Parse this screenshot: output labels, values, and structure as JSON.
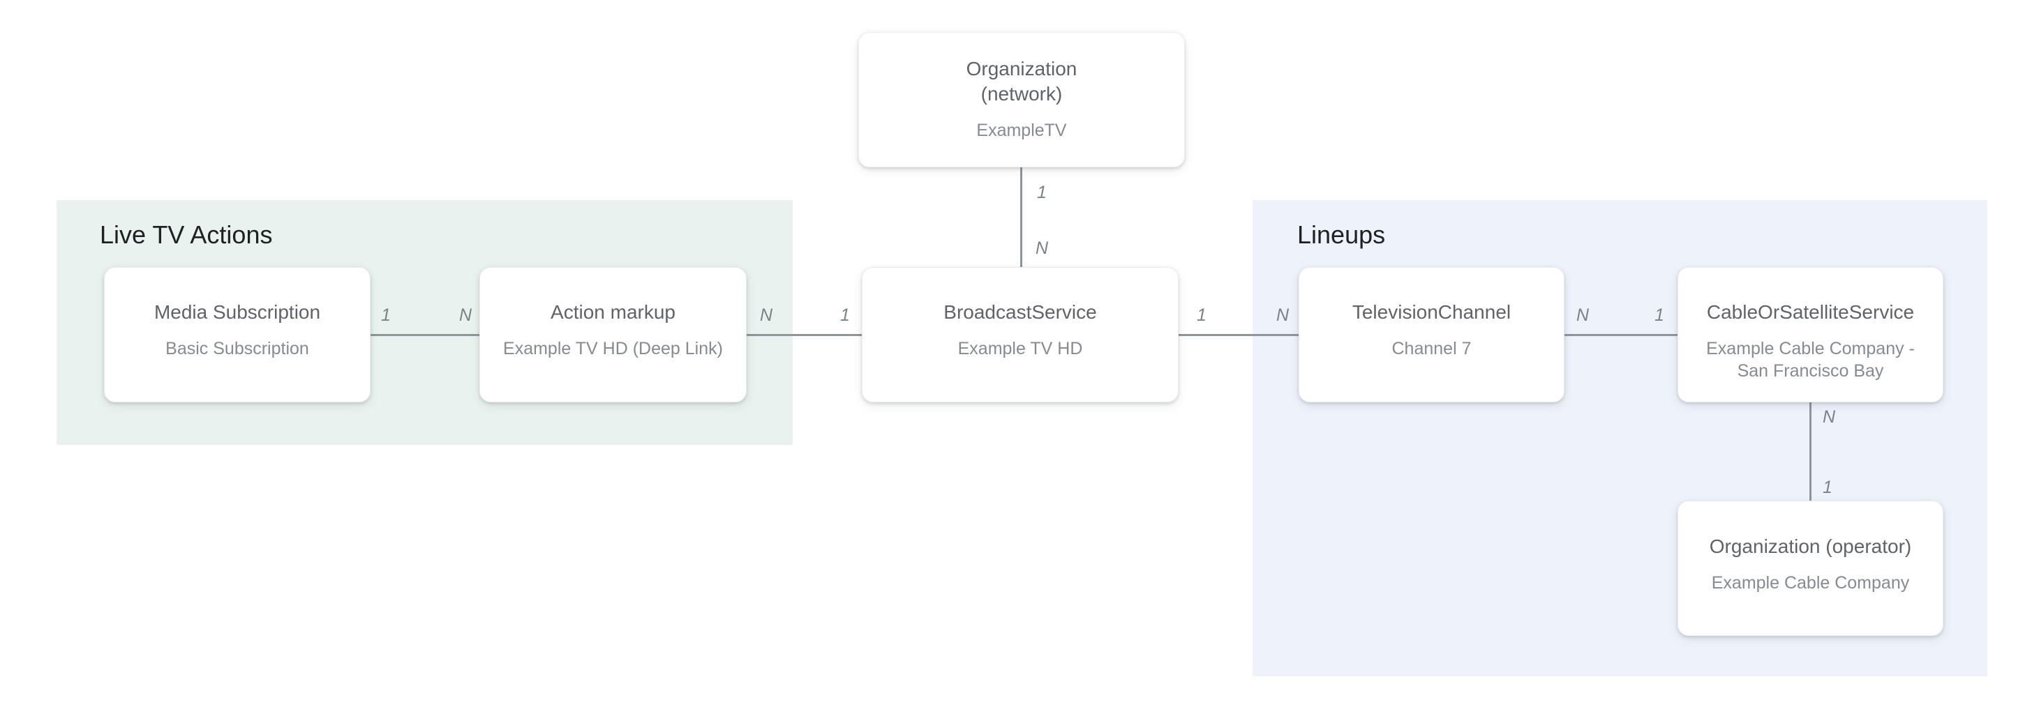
{
  "diagram": {
    "title_context": "Live TV entity relationship diagram",
    "regions": [
      {
        "id": "live-tv-actions",
        "label": "Live TV Actions",
        "color": "#e9f2ee"
      },
      {
        "id": "lineups",
        "label": "Lineups",
        "color": "#edf2fb"
      }
    ],
    "nodes": [
      {
        "id": "organization-network",
        "title": "Organization\n(network)",
        "subtitle": "ExampleTV"
      },
      {
        "id": "media-subscription",
        "title": "Media Subscription",
        "subtitle": "Basic Subscription"
      },
      {
        "id": "action-markup",
        "title": "Action markup",
        "subtitle": "Example TV HD (Deep Link)"
      },
      {
        "id": "broadcast-service",
        "title": "BroadcastService",
        "subtitle": "Example TV HD"
      },
      {
        "id": "television-channel",
        "title": "TelevisionChannel",
        "subtitle": "Channel 7"
      },
      {
        "id": "cable-or-satellite-service",
        "title": "CableOrSatelliteService",
        "subtitle": "Example Cable Company - San Francisco Bay"
      },
      {
        "id": "organization-operator",
        "title": "Organization (operator)",
        "subtitle": "Example Cable Company"
      }
    ],
    "edges": [
      {
        "from": "organization-network",
        "to": "broadcast-service",
        "orientation": "vertical",
        "source_label": "1",
        "target_label": "N"
      },
      {
        "from": "media-subscription",
        "to": "action-markup",
        "orientation": "horizontal",
        "source_label": "1",
        "target_label": "N"
      },
      {
        "from": "action-markup",
        "to": "broadcast-service",
        "orientation": "horizontal",
        "source_label": "N",
        "target_label": "1"
      },
      {
        "from": "broadcast-service",
        "to": "television-channel",
        "orientation": "horizontal",
        "source_label": "1",
        "target_label": "N"
      },
      {
        "from": "television-channel",
        "to": "cable-or-satellite-service",
        "orientation": "horizontal",
        "source_label": "N",
        "target_label": "1"
      },
      {
        "from": "cable-or-satellite-service",
        "to": "organization-operator",
        "orientation": "vertical",
        "source_label": "N",
        "target_label": "1"
      }
    ],
    "colors": {
      "node_title": "#5f6368",
      "node_subtitle": "#858b90",
      "cardinality": "#7a8287",
      "connector": "#8f969b",
      "region_green": "#e9f2ee",
      "region_blue": "#edf2fb",
      "region_label": "#202124",
      "background": "#ffffff"
    }
  }
}
